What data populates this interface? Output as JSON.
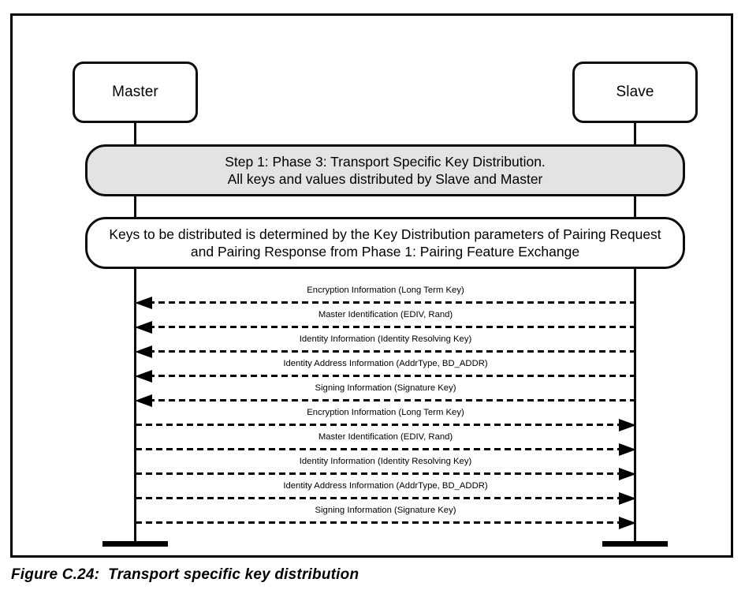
{
  "figure": {
    "caption": "Figure C.24:  Transport specific key distribution"
  },
  "actors": {
    "left": {
      "label": "Master",
      "name": "master"
    },
    "right": {
      "label": "Slave",
      "name": "slave"
    }
  },
  "step_box": {
    "fill_color": "#e3e3e3",
    "line1": "Step 1: Phase 3: Transport Specific Key Distribution.",
    "line2": "All keys and values distributed by Slave and Master"
  },
  "note_box": {
    "fill_color": "#ffffff",
    "line1": "Keys to be distributed is determined by the Key Distribution parameters of Pairing Request",
    "line2": "and Pairing Response from Phase 1: Pairing Feature Exchange"
  },
  "messages": [
    {
      "label": "Encryption Information (Long Term Key)",
      "direction": "slave-to-master"
    },
    {
      "label": "Master Identification (EDIV, Rand)",
      "direction": "slave-to-master"
    },
    {
      "label": "Identity Information (Identity Resolving Key)",
      "direction": "slave-to-master"
    },
    {
      "label": "Identity Address Information (AddrType, BD_ADDR)",
      "direction": "slave-to-master"
    },
    {
      "label": "Signing Information (Signature Key)",
      "direction": "slave-to-master"
    },
    {
      "label": "Encryption Information (Long Term Key)",
      "direction": "master-to-slave"
    },
    {
      "label": "Master Identification (EDIV, Rand)",
      "direction": "master-to-slave"
    },
    {
      "label": "Identity Information (Identity Resolving Key)",
      "direction": "master-to-slave"
    },
    {
      "label": "Identity Address Information (AddrType, BD_ADDR)",
      "direction": "master-to-slave"
    },
    {
      "label": "Signing Information (Signature Key)",
      "direction": "master-to-slave"
    }
  ],
  "style": {
    "stroke_color": "#0d0d0d",
    "background_color": "#ffffff"
  }
}
